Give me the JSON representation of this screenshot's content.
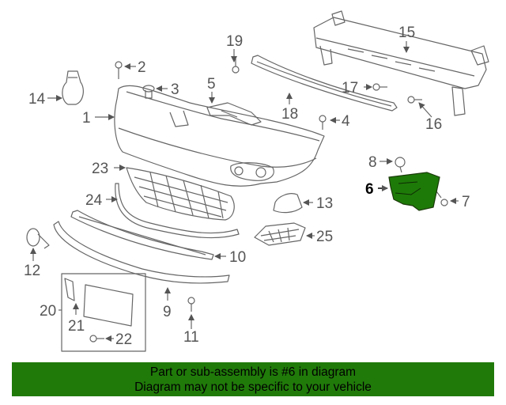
{
  "callouts": [
    "1",
    "2",
    "3",
    "4",
    "5",
    "6",
    "7",
    "8",
    "9",
    "10",
    "11",
    "12",
    "13",
    "14",
    "15",
    "16",
    "17",
    "18",
    "19",
    "20",
    "21",
    "22",
    "23",
    "24",
    "25"
  ],
  "highlight": {
    "part": "6",
    "color": "#1e7a08"
  },
  "footer": {
    "line1": "Part or sub-assembly is #6 in diagram",
    "line2": "Diagram may not be specific to your vehicle",
    "color": "#207a0a"
  }
}
